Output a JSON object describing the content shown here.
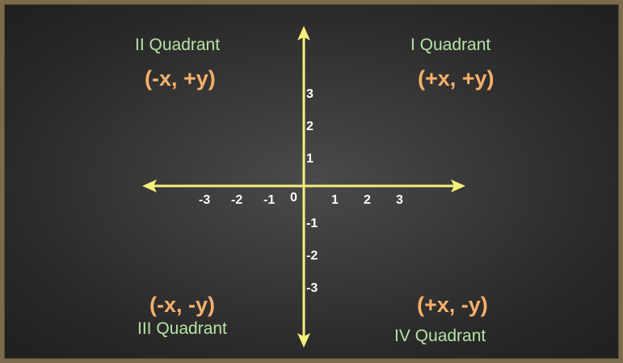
{
  "quadrants": {
    "q1": {
      "name": "I Quadrant",
      "signs": "(+x, +y)"
    },
    "q2": {
      "name": "II Quadrant",
      "signs": "(-x, +y)"
    },
    "q3": {
      "name": "III Quadrant",
      "signs": "(-x, -y)"
    },
    "q4": {
      "name": "IV Quadrant",
      "signs": "(+x, -y)"
    }
  },
  "axes": {
    "origin_label": "0",
    "x_ticks": [
      "-3",
      "-2",
      "-1",
      "1",
      "2",
      "3"
    ],
    "y_ticks": [
      "3",
      "2",
      "1",
      "-1",
      "-2",
      "-3"
    ]
  },
  "colors": {
    "axis": "#f5f07a",
    "quadrant_name": "#b6e3a6",
    "sign_pair": "#f7b06a",
    "tick": "#ffffff"
  }
}
